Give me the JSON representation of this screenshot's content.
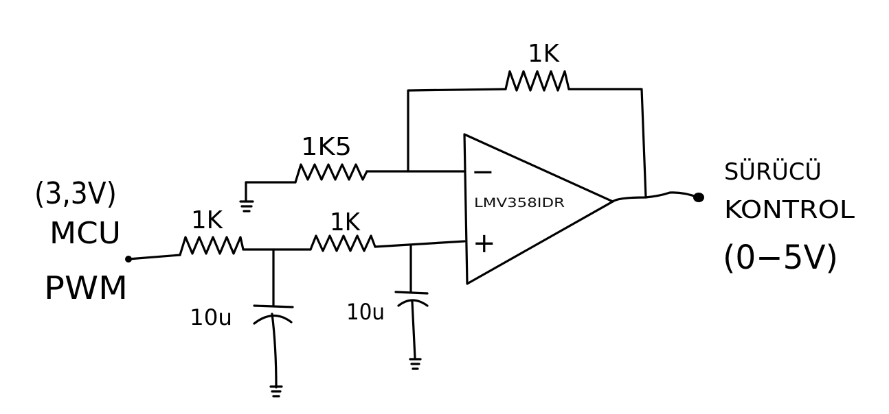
{
  "circuit": {
    "input_label": {
      "voltage": "(3,3V)",
      "line1": "MCU",
      "line2": "PWM"
    },
    "components": {
      "r_input": "1K",
      "r_filter2": "1K",
      "r_ground_ref": "1K5",
      "r_feedback": "1K",
      "c_first": "10u",
      "c_second": "10u",
      "opamp": "LMV358IDR",
      "opamp_minus": "−",
      "opamp_plus": "+"
    },
    "output_label": {
      "line1": "SÜRÜCÜ",
      "line2": "KONTROL",
      "line3": "(0−5V)"
    }
  }
}
